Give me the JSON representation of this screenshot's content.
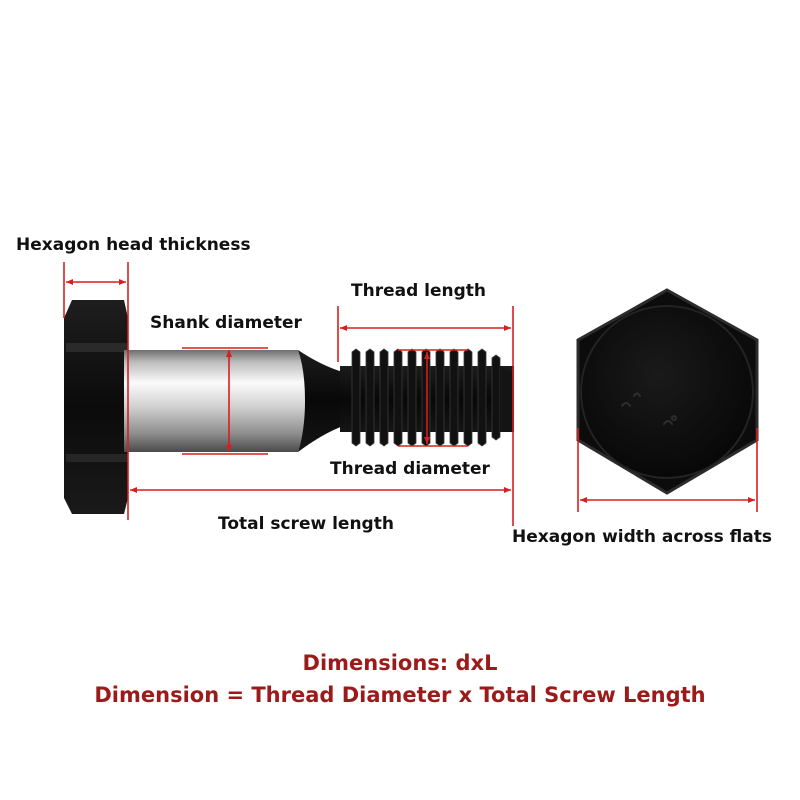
{
  "labels": {
    "head_thickness": "Hexagon head thickness",
    "thread_length": "Thread length",
    "shank_diameter": "Shank diameter",
    "thread_diameter": "Thread diameter",
    "total_length": "Total screw length",
    "width_across_flats": "Hexagon width across flats"
  },
  "footer": {
    "line1": "Dimensions: dxL",
    "line2": "Dimension = Thread Diameter x Total Screw Length"
  },
  "colors": {
    "dimension_line": "#d81e1e",
    "footer_text": "#9b1b1b",
    "bolt_black": "#0c0c0c",
    "shank_silver": "#d0d0d0"
  }
}
